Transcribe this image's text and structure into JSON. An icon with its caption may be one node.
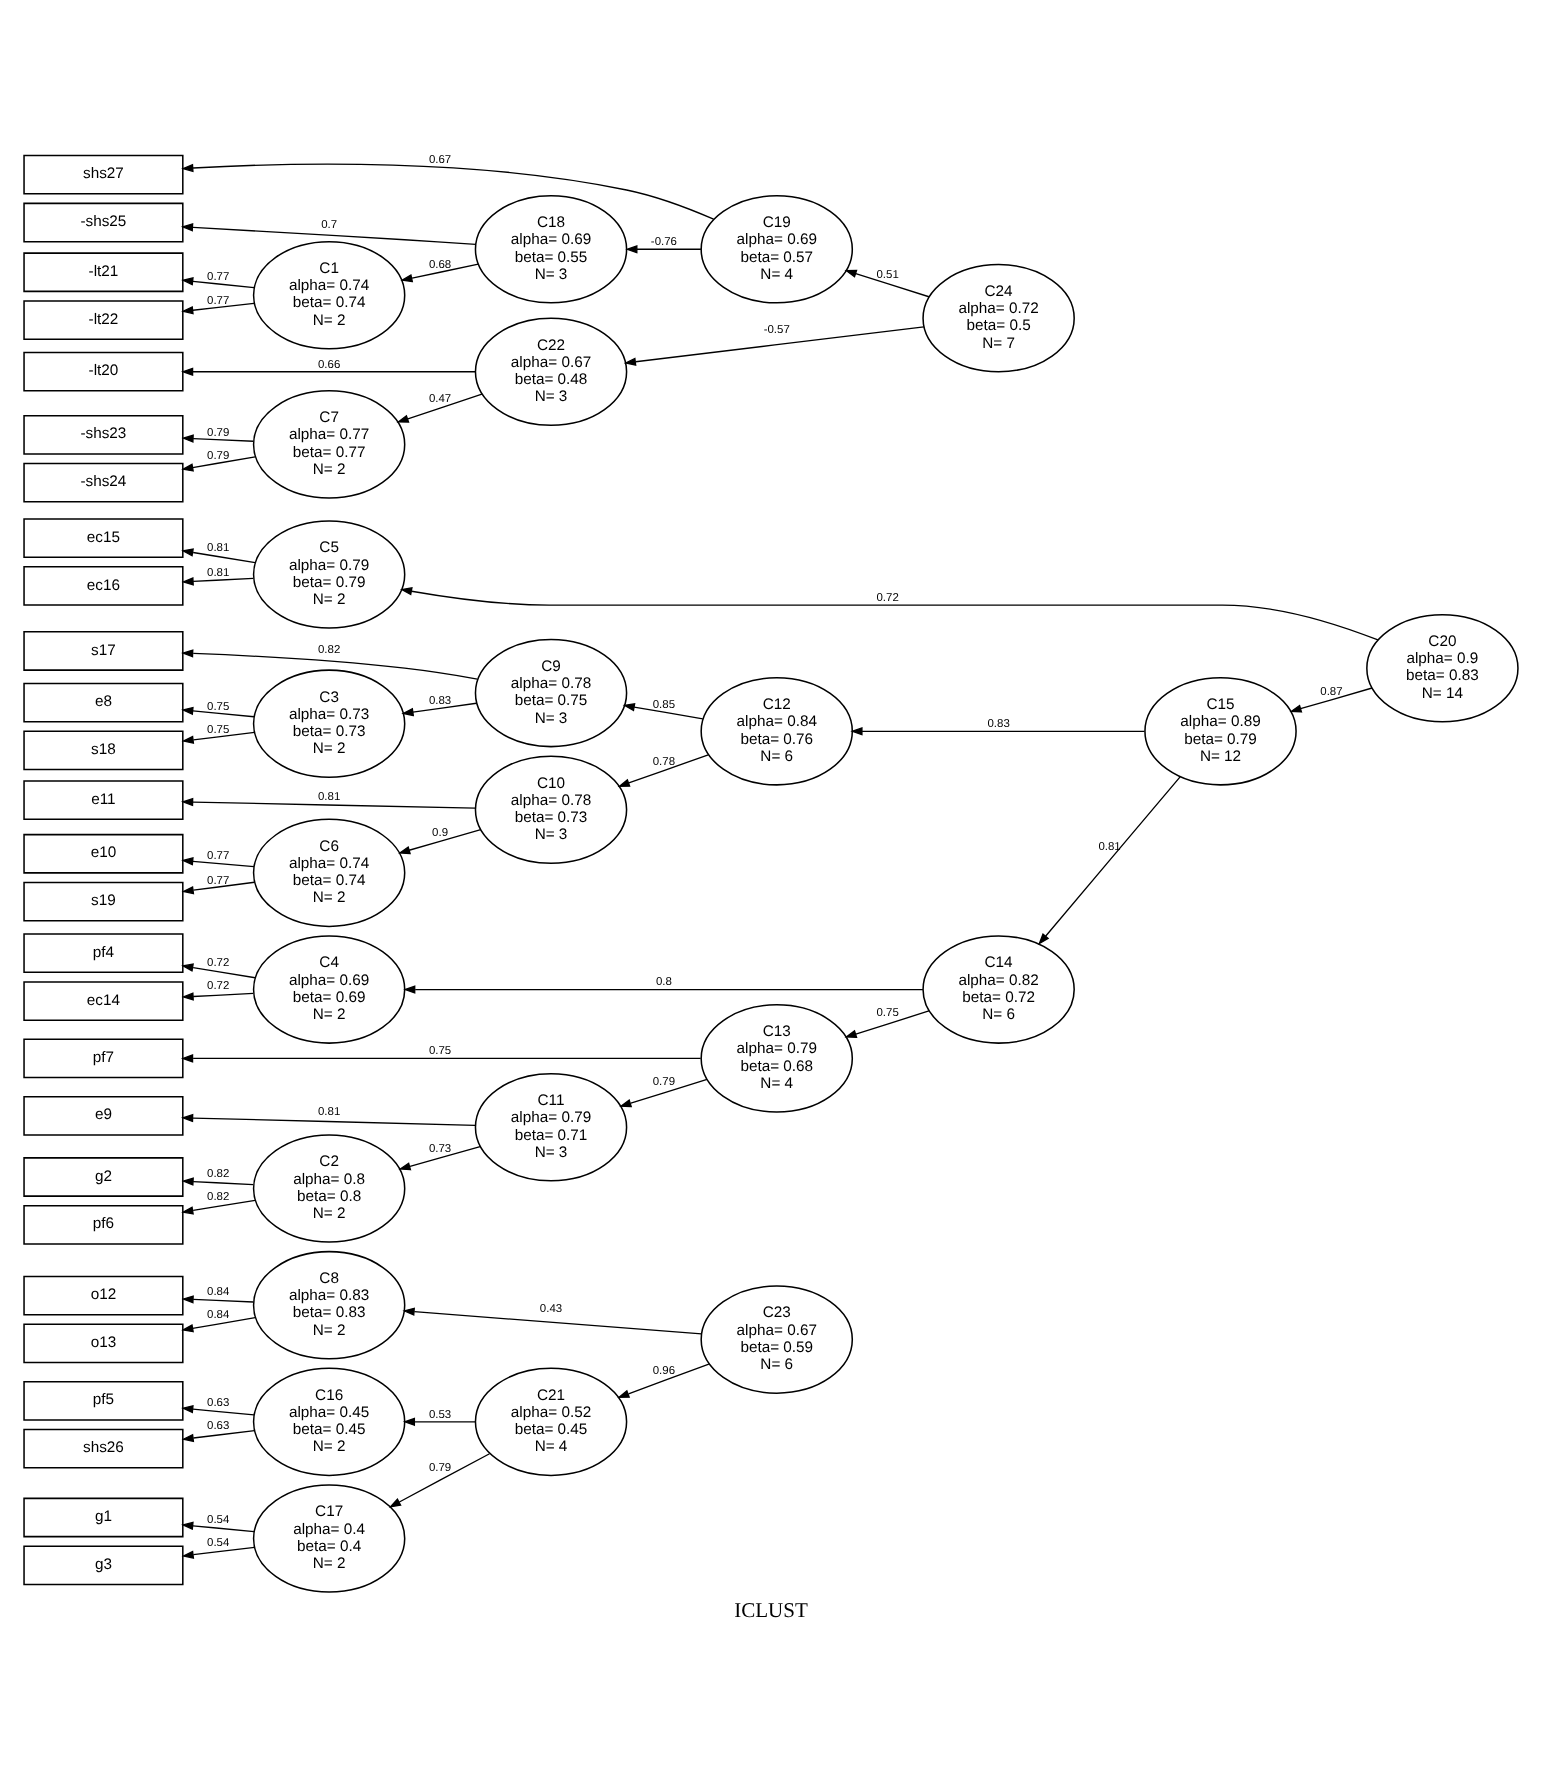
{
  "diagram": {
    "title": "ICLUST",
    "nodes": [
      {
        "text": [
          "shs27"
        ]
      },
      {
        "text": [
          "-shs25"
        ]
      },
      {
        "text": [
          "C18",
          "alpha= 0.69",
          "beta= 0.55",
          "N= 3"
        ]
      },
      {
        "text": [
          "C19",
          "alpha= 0.69",
          "beta= 0.57",
          "N= 4"
        ]
      },
      {
        "text": [
          "-lt21"
        ]
      },
      {
        "text": [
          "C1",
          "alpha= 0.74",
          "beta= 0.74",
          "N= 2"
        ]
      },
      {
        "text": [
          "-lt22"
        ]
      },
      {
        "text": [
          "C24",
          "alpha= 0.72",
          "beta= 0.5",
          "N= 7"
        ]
      },
      {
        "text": [
          "-lt20"
        ]
      },
      {
        "text": [
          "C22",
          "alpha= 0.67",
          "beta= 0.48",
          "N= 3"
        ]
      },
      {
        "text": [
          "-shs23"
        ]
      },
      {
        "text": [
          "C7",
          "alpha= 0.77",
          "beta= 0.77",
          "N= 2"
        ]
      },
      {
        "text": [
          "-shs24"
        ]
      },
      {
        "text": [
          "ec15"
        ]
      },
      {
        "text": [
          "C5",
          "alpha= 0.79",
          "beta= 0.79",
          "N= 2"
        ]
      },
      {
        "text": [
          "ec16"
        ]
      },
      {
        "text": [
          "C20",
          "alpha= 0.9",
          "beta= 0.83",
          "N= 14"
        ]
      },
      {
        "text": [
          "s17"
        ]
      },
      {
        "text": [
          "C9",
          "alpha= 0.78",
          "beta= 0.75",
          "N= 3"
        ]
      },
      {
        "text": [
          "e8"
        ]
      },
      {
        "text": [
          "C3",
          "alpha= 0.73",
          "beta= 0.73",
          "N= 2"
        ]
      },
      {
        "text": [
          "C15",
          "alpha= 0.89",
          "beta= 0.79",
          "N= 12"
        ]
      },
      {
        "text": [
          "C12",
          "alpha= 0.84",
          "beta= 0.76",
          "N= 6"
        ]
      },
      {
        "text": [
          "s18"
        ]
      },
      {
        "text": [
          "e11"
        ]
      },
      {
        "text": [
          "C10",
          "alpha= 0.78",
          "beta= 0.73",
          "N= 3"
        ]
      },
      {
        "text": [
          "e10"
        ]
      },
      {
        "text": [
          "C6",
          "alpha= 0.74",
          "beta= 0.74",
          "N= 2"
        ]
      },
      {
        "text": [
          "s19"
        ]
      },
      {
        "text": [
          "pf4"
        ]
      },
      {
        "text": [
          "C4",
          "alpha= 0.69",
          "beta= 0.69",
          "N= 2"
        ]
      },
      {
        "text": [
          "C14",
          "alpha= 0.82",
          "beta= 0.72",
          "N= 6"
        ]
      },
      {
        "text": [
          "ec14"
        ]
      },
      {
        "text": [
          "pf7"
        ]
      },
      {
        "text": [
          "C13",
          "alpha= 0.79",
          "beta= 0.68",
          "N= 4"
        ]
      },
      {
        "text": [
          "e9"
        ]
      },
      {
        "text": [
          "C11",
          "alpha= 0.79",
          "beta= 0.71",
          "N= 3"
        ]
      },
      {
        "text": [
          "g2"
        ]
      },
      {
        "text": [
          "C2",
          "alpha= 0.8",
          "beta= 0.8",
          "N= 2"
        ]
      },
      {
        "text": [
          "pf6"
        ]
      },
      {
        "text": [
          "o12"
        ]
      },
      {
        "text": [
          "C8",
          "alpha= 0.83",
          "beta= 0.83",
          "N= 2"
        ]
      },
      {
        "text": [
          "C23",
          "alpha= 0.67",
          "beta= 0.59",
          "N= 6"
        ]
      },
      {
        "text": [
          "o13"
        ]
      },
      {
        "text": [
          "pf5"
        ]
      },
      {
        "text": [
          "C16",
          "alpha= 0.45",
          "beta= 0.45",
          "N= 2"
        ]
      },
      {
        "text": [
          "C21",
          "alpha= 0.52",
          "beta= 0.45",
          "N= 4"
        ]
      },
      {
        "text": [
          "shs26"
        ]
      },
      {
        "text": [
          "g1"
        ]
      },
      {
        "text": [
          "C17",
          "alpha= 0.4",
          "beta= 0.4",
          "N= 2"
        ]
      },
      {
        "text": [
          "g3"
        ]
      }
    ],
    "edges": [
      {
        "from": 7,
        "to": 3,
        "arrow": "to",
        "label": "0.51"
      },
      {
        "from": 7,
        "to": 9,
        "arrow": "to",
        "label": "-0.57"
      },
      {
        "from": 3,
        "to": 0,
        "arrow": "to",
        "label": "0.67"
      },
      {
        "from": 3,
        "to": 2,
        "arrow": "to",
        "label": "-0.76"
      },
      {
        "from": 2,
        "to": 1,
        "arrow": "to",
        "label": "0.7"
      },
      {
        "from": 2,
        "to": 5,
        "arrow": "to",
        "label": "0.68"
      },
      {
        "from": 5,
        "to": 4,
        "arrow": "to",
        "label": "0.77"
      },
      {
        "from": 5,
        "to": 6,
        "arrow": "to",
        "label": "0.77"
      },
      {
        "from": 9,
        "to": 8,
        "arrow": "to",
        "label": "0.66"
      },
      {
        "from": 9,
        "to": 11,
        "arrow": "to",
        "label": "0.47"
      },
      {
        "from": 11,
        "to": 10,
        "arrow": "to",
        "label": "0.79"
      },
      {
        "from": 11,
        "to": 12,
        "arrow": "to",
        "label": "0.79"
      },
      {
        "from": 16,
        "to": 14,
        "arrow": "to",
        "label": "0.72"
      },
      {
        "from": 16,
        "to": 21,
        "arrow": "to",
        "label": "0.87"
      },
      {
        "from": 14,
        "to": 13,
        "arrow": "to",
        "label": "0.81"
      },
      {
        "from": 14,
        "to": 15,
        "arrow": "to",
        "label": "0.81"
      },
      {
        "from": 21,
        "to": 22,
        "arrow": "to",
        "label": "0.83"
      },
      {
        "from": 21,
        "to": 31,
        "arrow": "to",
        "label": "0.81"
      },
      {
        "from": 22,
        "to": 18,
        "arrow": "to",
        "label": "0.85"
      },
      {
        "from": 22,
        "to": 25,
        "arrow": "to",
        "label": "0.78"
      },
      {
        "from": 18,
        "to": 17,
        "arrow": "to",
        "label": "0.82"
      },
      {
        "from": 18,
        "to": 20,
        "arrow": "to",
        "label": "0.83"
      },
      {
        "from": 20,
        "to": 19,
        "arrow": "to",
        "label": "0.75"
      },
      {
        "from": 20,
        "to": 23,
        "arrow": "to",
        "label": "0.75"
      },
      {
        "from": 25,
        "to": 24,
        "arrow": "to",
        "label": "0.81"
      },
      {
        "from": 25,
        "to": 27,
        "arrow": "to",
        "label": "0.9"
      },
      {
        "from": 27,
        "to": 26,
        "arrow": "to",
        "label": "0.77"
      },
      {
        "from": 27,
        "to": 28,
        "arrow": "to",
        "label": "0.77"
      },
      {
        "from": 31,
        "to": 30,
        "arrow": "to",
        "label": "0.8"
      },
      {
        "from": 31,
        "to": 34,
        "arrow": "to",
        "label": "0.75"
      },
      {
        "from": 30,
        "to": 29,
        "arrow": "to",
        "label": "0.72"
      },
      {
        "from": 30,
        "to": 32,
        "arrow": "to",
        "label": "0.72"
      },
      {
        "from": 34,
        "to": 33,
        "arrow": "to",
        "label": "0.75"
      },
      {
        "from": 34,
        "to": 36,
        "arrow": "to",
        "label": "0.79"
      },
      {
        "from": 36,
        "to": 35,
        "arrow": "to",
        "label": "0.81"
      },
      {
        "from": 36,
        "to": 38,
        "arrow": "to",
        "label": "0.73"
      },
      {
        "from": 38,
        "to": 37,
        "arrow": "to",
        "label": "0.82"
      },
      {
        "from": 38,
        "to": 39,
        "arrow": "to",
        "label": "0.82"
      },
      {
        "from": 42,
        "to": 41,
        "arrow": "to",
        "label": "0.43"
      },
      {
        "from": 42,
        "to": 46,
        "arrow": "to",
        "label": "0.96"
      },
      {
        "from": 41,
        "to": 40,
        "arrow": "to",
        "label": "0.84"
      },
      {
        "from": 41,
        "to": 43,
        "arrow": "to",
        "label": "0.84"
      },
      {
        "from": 46,
        "to": 45,
        "arrow": "to",
        "label": "0.53"
      },
      {
        "from": 46,
        "to": 49,
        "arrow": "to",
        "label": "0.79"
      },
      {
        "from": 45,
        "to": 44,
        "arrow": "to",
        "label": "0.63"
      },
      {
        "from": 45,
        "to": 47,
        "arrow": "to",
        "label": "0.63"
      },
      {
        "from": 49,
        "to": 48,
        "arrow": "to",
        "label": "0.54"
      },
      {
        "from": 49,
        "to": 50,
        "arrow": "to",
        "label": "0.54"
      }
    ]
  }
}
